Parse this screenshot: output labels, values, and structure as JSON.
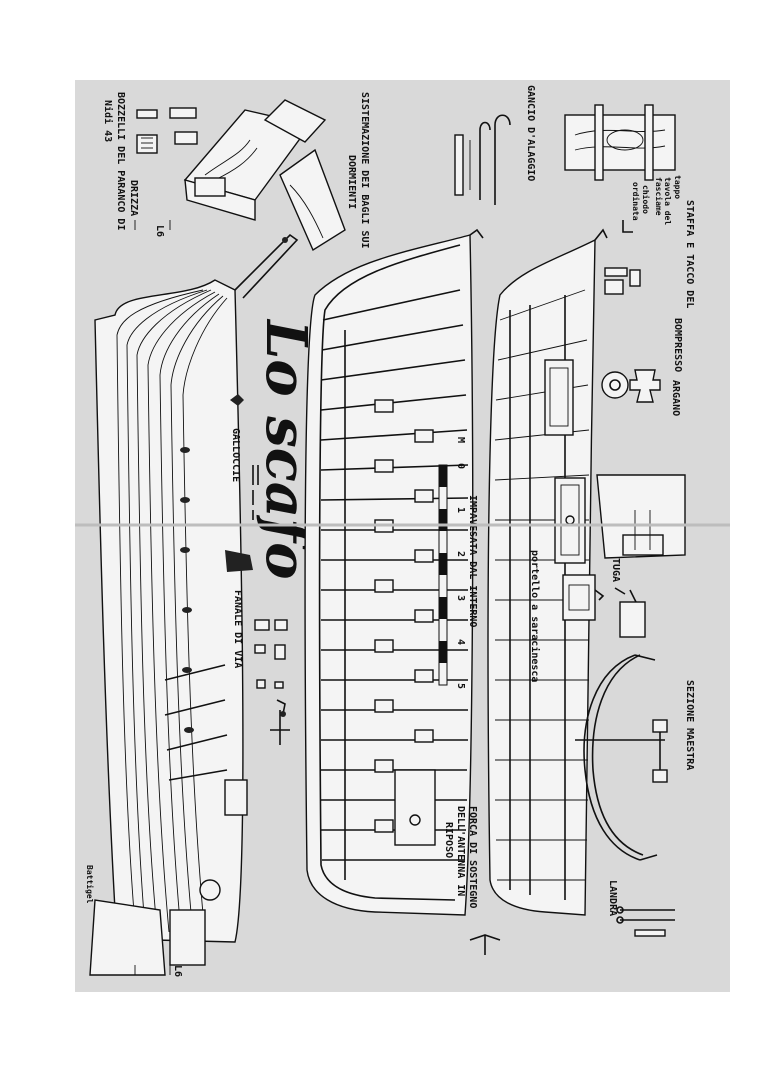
{
  "sheet": {
    "page_ref": "Nidi 43",
    "title": "Lo scafo",
    "signature": "Battigel"
  },
  "labels": {
    "bozzelli": "BOZZELLI DEL PARANCO DI",
    "drizza": "DRIZZA",
    "sistemazione": "SISTEMAZIONE DEI BAGLI SUI",
    "dormienti": "DORMIENTI",
    "gancio": "GANCIO D'ALAGGIO",
    "chiodo": "chiodo",
    "ordinata": "ordinata",
    "tavola": "tavola del",
    "fasciame": "fasciame",
    "tappo": "tappo",
    "staffa": "STAFFA E TACCO DEL",
    "bompresso": "BOMPRESSO",
    "argano": "ARGANO",
    "gallocce": "GALLOCCIE",
    "fanale": "FANALE DI VIA",
    "scale_unit": "M",
    "impavesata": "IMPAVESATA DAL INTERNO",
    "tuga": "TUGA",
    "portello": "portello a saracinesca",
    "sezione": "SEZIONE MAESTRA",
    "forca": "FORCA DI SOSTEGNO",
    "antenna": "DELL'ANTENNA IN",
    "riposo": "RIPOSO",
    "landra": "LANDRA",
    "l6_top": "L6",
    "l6_bottom": "L6"
  },
  "scale_bar": {
    "ticks": [
      "0",
      "1",
      "2",
      "3",
      "4",
      "5"
    ]
  },
  "colors": {
    "sheet_gray": "#d9d9d9",
    "ink": "#111111"
  }
}
